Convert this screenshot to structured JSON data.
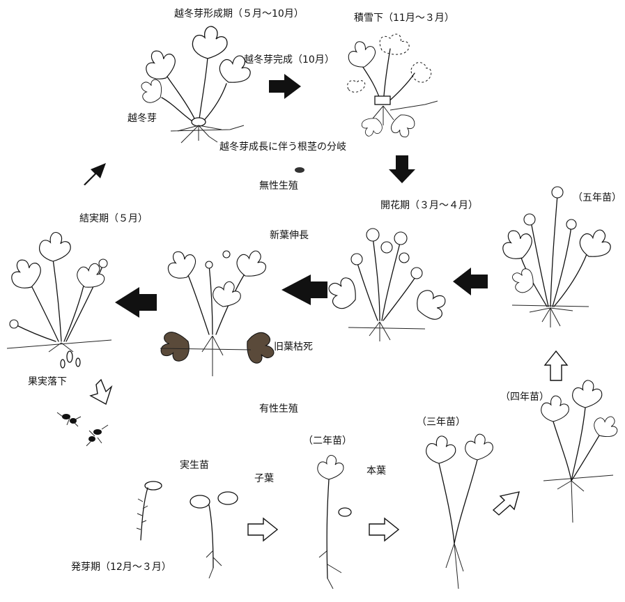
{
  "labels": {
    "winter_bud_formation": "越冬芽形成期（５月～10月）",
    "under_snow": "積雪下（11月～３月）",
    "winter_bud_complete": "越冬芽完成（10月）",
    "winter_bud": "越冬芽",
    "rhizome_branching": "越冬芽成長に伴う根茎の分岐",
    "asexual_reproduction": "無性生殖",
    "flowering_period": "開花期（３月～４月）",
    "five_year_seedling": "（五年苗）",
    "fruiting_period": "結実期（５月）",
    "new_leaf_growth": "新葉伸長",
    "old_leaf_death": "旧葉枯死",
    "fruit_drop": "果実落下",
    "sexual_reproduction": "有性生殖",
    "four_year_seedling": "（四年苗）",
    "three_year_seedling": "（三年苗）",
    "two_year_seedling": "（二年苗）",
    "seedling": "実生苗",
    "cotyledon": "子葉",
    "true_leaf": "本葉",
    "germination_period": "発芽期（12月～３月）"
  },
  "colors": {
    "ink": "#111111",
    "background": "#ffffff",
    "dead_leaf": "#5a4a3a"
  }
}
